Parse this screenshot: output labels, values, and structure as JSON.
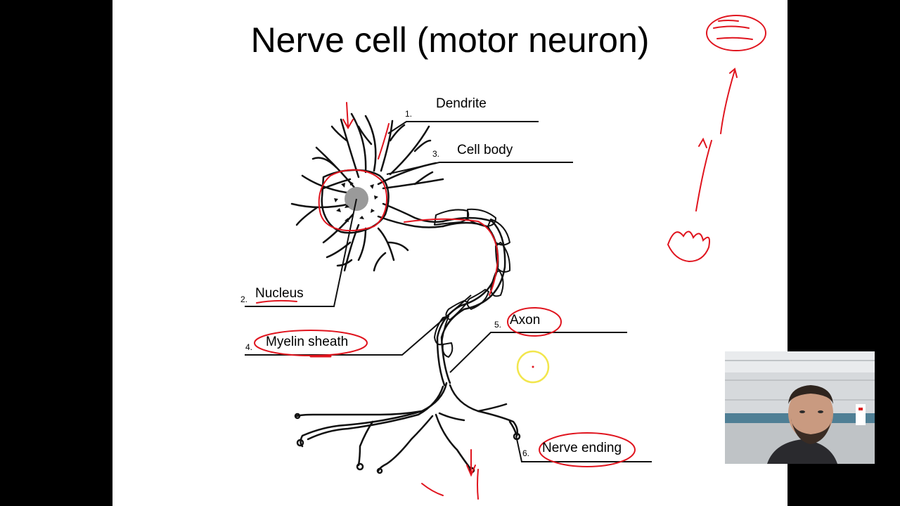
{
  "slide": {
    "title": "Nerve cell (motor neuron)",
    "labels": [
      {
        "number": "1.",
        "text": "Dendrite"
      },
      {
        "number": "3.",
        "text": "Cell body"
      },
      {
        "number": "2.",
        "text": "Nucleus"
      },
      {
        "number": "4.",
        "text": "Myelin sheath"
      },
      {
        "number": "5.",
        "text": "Axon"
      },
      {
        "number": "6.",
        "text": "Nerve ending"
      }
    ]
  },
  "colors": {
    "background": "#000000",
    "slide": "#ffffff",
    "ink_annotation": "#e0141e",
    "pointer_highlight": "#f2e64d"
  }
}
